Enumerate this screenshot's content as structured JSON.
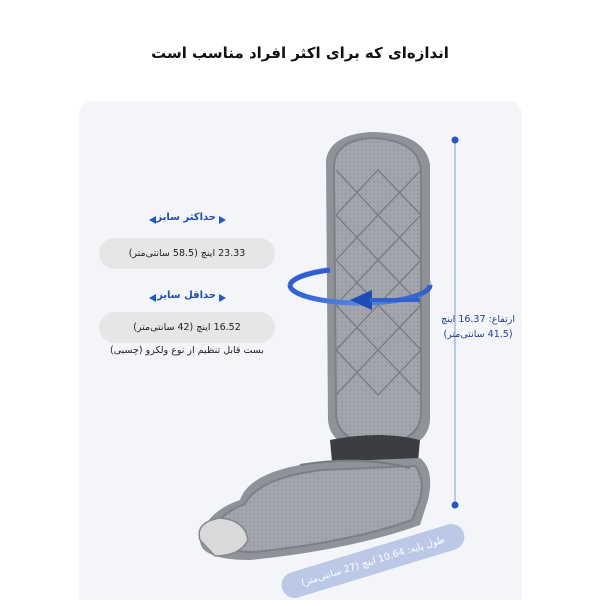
{
  "headline": "اندازه‌ای که برای اکثر افراد مناسب است",
  "max_size": {
    "label": "حداکثر سایز",
    "value": "23.33 اینچ (58.5 سانتی‌متر)"
  },
  "min_size": {
    "label": "حداقل سایز",
    "value": "16.52 اینچ (42 سانتی‌متر)"
  },
  "closure_note": "بست قابل تنظیم از نوع ولکرو (چسبی)",
  "height": {
    "label": "ارتفاع: 16.37 اینچ",
    "value": "(41.5 سانتی‌متر)"
  },
  "base_length": "طول پایه: 10.64 اینچ (27 سانتی‌متر)",
  "colors": {
    "accent": "#2457c5",
    "panel": "#f4f5f8",
    "pill": "#e6e6e6",
    "base_pill": "#bcc9e6",
    "device": "#9a9da3"
  },
  "icons": [
    "triangle-left-icon",
    "triangle-right-icon",
    "circular-arrow-icon",
    "vertical-measure-line-icon"
  ]
}
